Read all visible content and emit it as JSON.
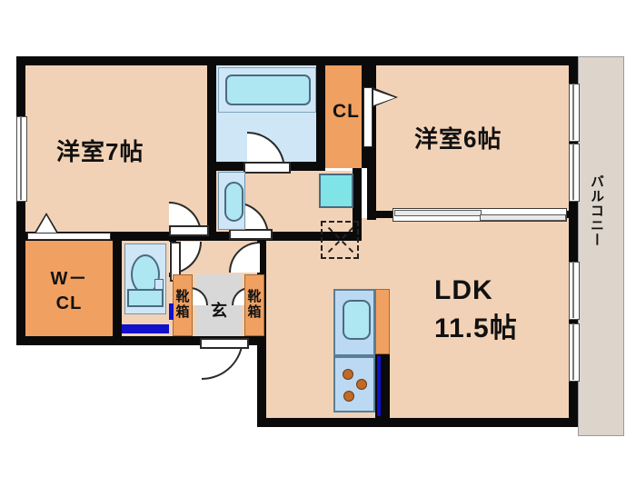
{
  "plan": {
    "type": "apartment-floor-plan",
    "orientation": "north-up",
    "rooms": [
      {
        "id": "washitsu_7",
        "label": "洋室7帖",
        "kind": "western-room",
        "size_jo": 7
      },
      {
        "id": "washitsu_6",
        "label": "洋室6帖",
        "kind": "western-room",
        "size_jo": 6
      },
      {
        "id": "ldk",
        "label": "LDK",
        "sublabel": "11.5帖",
        "kind": "living-dining-kitchen",
        "size_jo": 11.5
      },
      {
        "id": "closet_cl",
        "label": "CL",
        "kind": "closet"
      },
      {
        "id": "walk_in_closet",
        "label_line1": "W－",
        "label_line2": "CL",
        "kind": "walk-in-closet"
      },
      {
        "id": "shoe_box_left",
        "label": "靴箱",
        "kind": "shoe-cabinet"
      },
      {
        "id": "shoe_box_right",
        "label": "靴箱",
        "kind": "shoe-cabinet"
      },
      {
        "id": "genkan",
        "label": "玄",
        "kind": "entrance"
      },
      {
        "id": "balcony",
        "label": "バルコニー",
        "kind": "balcony"
      }
    ],
    "fixtures": [
      {
        "id": "bathtub",
        "kind": "bath-tub"
      },
      {
        "id": "bath-unit",
        "kind": "unit-bath"
      },
      {
        "id": "toilet",
        "kind": "toilet"
      },
      {
        "id": "vanity",
        "kind": "wash-basin"
      },
      {
        "id": "washer-pan",
        "kind": "washing-machine-space"
      },
      {
        "id": "storage-dashed",
        "kind": "overhead-storage"
      },
      {
        "id": "kitchen-sink",
        "kind": "sink"
      },
      {
        "id": "kitchen-stove",
        "kind": "stove-3-burner",
        "burners": 3
      },
      {
        "id": "kitchen-counter",
        "kind": "counter"
      }
    ],
    "colors": {
      "room_floor": "#F2D2B6",
      "closet": "#F0A060",
      "water_area": "#CFE6F7",
      "tub": "#AEE6F2",
      "balcony": "#DDD5CC",
      "genkan": "#D8D8D8",
      "wall": "#0A0A0A",
      "background": "#FFFFFF",
      "accent_blue": "#1111CC"
    }
  },
  "labels": {
    "room_7": "洋室7帖",
    "room_6": "洋室6帖",
    "ldk_name": "LDK",
    "ldk_size": "11.5帖",
    "cl": "CL",
    "wcl_1": "W－",
    "wcl_2": "CL",
    "shoe_left_1": "靴",
    "shoe_left_2": "箱",
    "shoe_right_1": "靴",
    "shoe_right_2": "箱",
    "genkan": "玄",
    "balcony": "バルコニー"
  }
}
